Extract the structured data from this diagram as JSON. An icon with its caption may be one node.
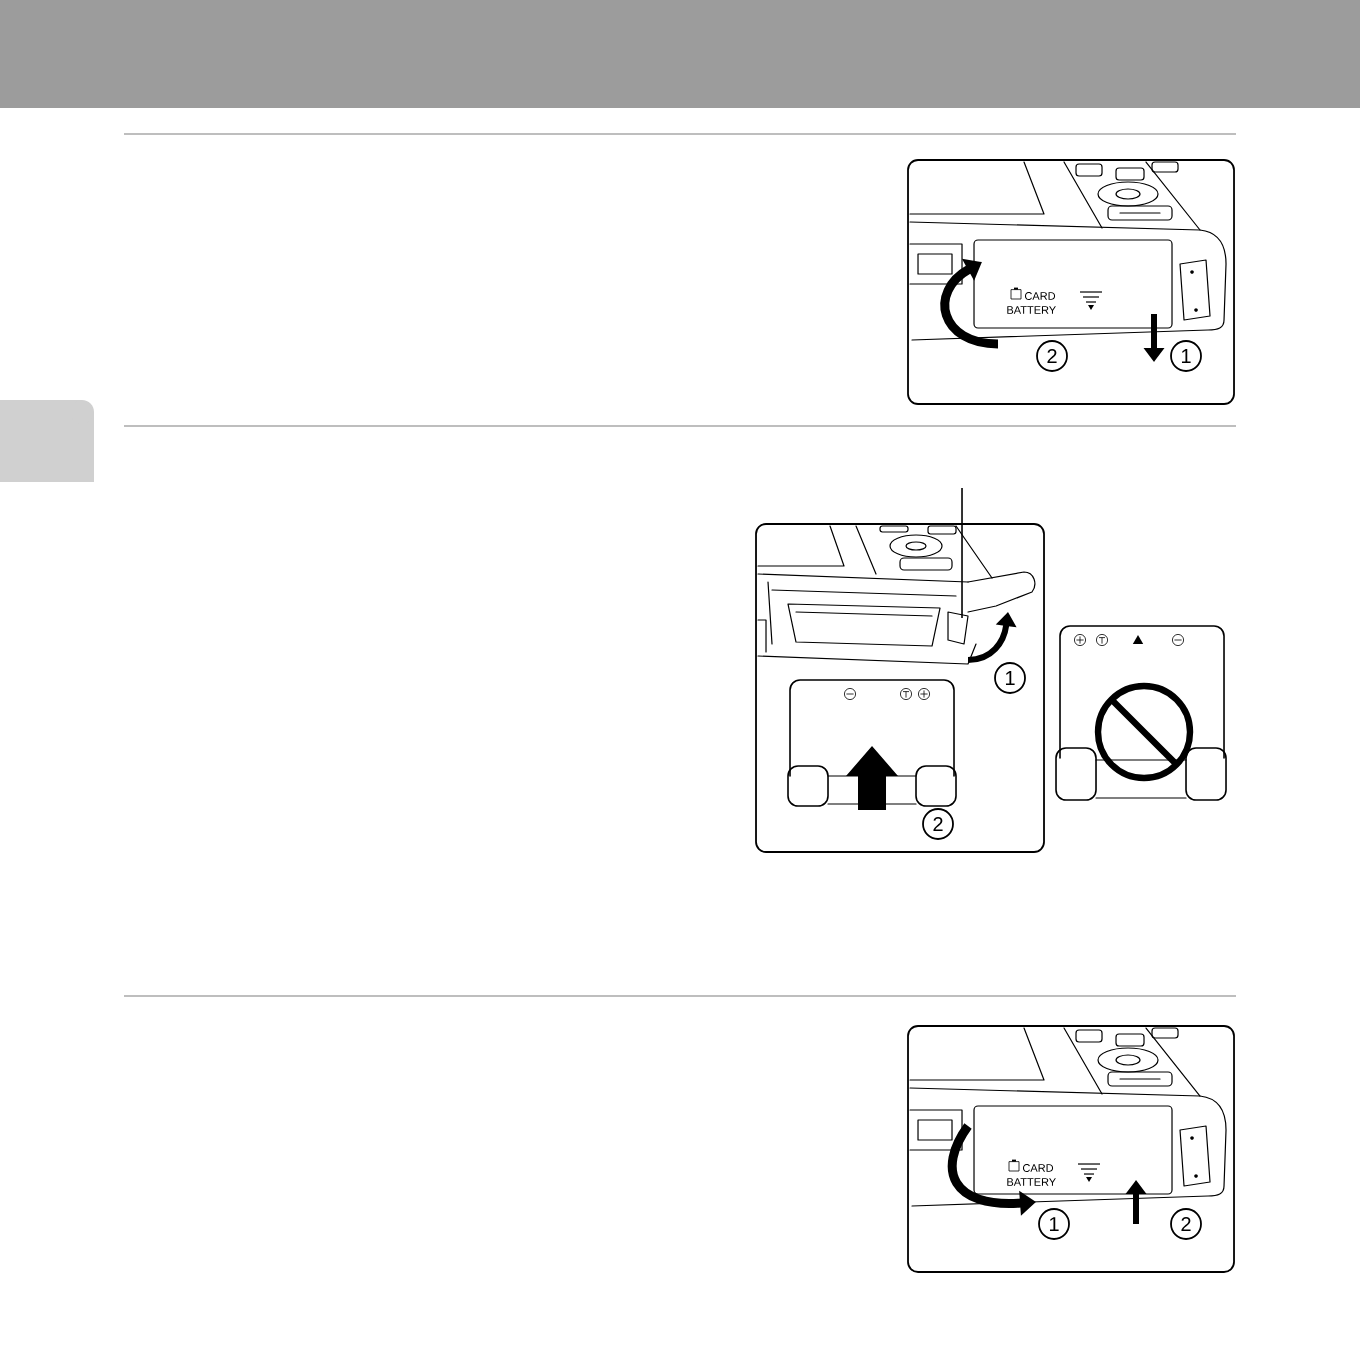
{
  "diagram": {
    "labels": [
      "CARD",
      "BATTERY",
      "2",
      "1",
      "1",
      "2",
      "CARD",
      "BATTERY",
      "1",
      "2"
    ]
  }
}
